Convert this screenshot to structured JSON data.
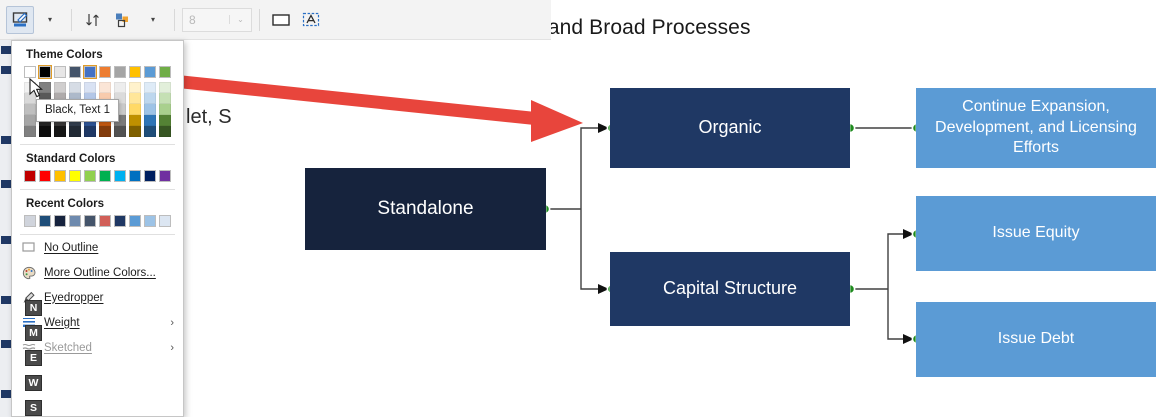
{
  "toolbar": {
    "items": [
      {
        "name": "shape-outline",
        "icon": "pen-outline-icon",
        "label": "Shape Outline",
        "active": true,
        "has_caret": true
      },
      {
        "name": "sort",
        "icon": "sort-arrows-icon",
        "label": "Sort",
        "active": false,
        "has_caret": false
      },
      {
        "name": "arrange",
        "icon": "arrange-shapes-icon",
        "label": "Arrange",
        "active": false,
        "has_caret": true
      }
    ],
    "weight_spinner": {
      "value": "8",
      "icon": "line-weight-icon",
      "caret": "⌄",
      "disabled": true
    },
    "shape_buttons": [
      {
        "name": "rectangle-shape",
        "icon": "rectangle-icon"
      },
      {
        "name": "text-box-shape",
        "icon": "text-box-icon"
      }
    ]
  },
  "menu": {
    "theme_colors_heading": "Theme Colors",
    "standard_colors_heading": "Standard Colors",
    "recent_colors_heading": "Recent Colors",
    "theme_colors": [
      {
        "hex": "#FFFFFF",
        "selected": false
      },
      {
        "hex": "#000000",
        "selected": true
      },
      {
        "hex": "#E7E6E6",
        "selected": false
      },
      {
        "hex": "#44546A",
        "selected": false
      },
      {
        "hex": "#4472C4",
        "selected": true
      },
      {
        "hex": "#ED7D31",
        "selected": false
      },
      {
        "hex": "#A5A5A5",
        "selected": false
      },
      {
        "hex": "#FFC000",
        "selected": false
      },
      {
        "hex": "#5B9BD5",
        "selected": false
      },
      {
        "hex": "#70AD47",
        "selected": false
      }
    ],
    "theme_tints": [
      [
        "#F2F2F2",
        "#D9D9D9",
        "#BFBFBF",
        "#A6A6A6",
        "#808080"
      ],
      [
        "#808080",
        "#595959",
        "#3F3F3F",
        "#262626",
        "#0D0D0D"
      ],
      [
        "#D0CECE",
        "#AFABAB",
        "#757171",
        "#3A3838",
        "#161616"
      ],
      [
        "#D6DCE5",
        "#ADB9CA",
        "#8496B0",
        "#333F4F",
        "#222A35"
      ],
      [
        "#D9E2F3",
        "#B4C7E7",
        "#8FAADC",
        "#2F5597",
        "#1F3864"
      ],
      [
        "#FBE5D6",
        "#F8CBAD",
        "#F4B183",
        "#C55A11",
        "#833C0C"
      ],
      [
        "#EDEDED",
        "#DBDBDB",
        "#C9C9C9",
        "#7B7B7B",
        "#525252"
      ],
      [
        "#FFF2CC",
        "#FFE699",
        "#FFD966",
        "#BF9000",
        "#7F6000"
      ],
      [
        "#DEEBF7",
        "#BDD7EE",
        "#9DC3E6",
        "#2E75B6",
        "#1F4E79"
      ],
      [
        "#E2EFDA",
        "#C5E0B4",
        "#A9D08E",
        "#548235",
        "#375623"
      ]
    ],
    "standard_colors": [
      "#C00000",
      "#FF0000",
      "#FFC000",
      "#FFFF00",
      "#92D050",
      "#00B050",
      "#00B0F0",
      "#0070C0",
      "#002060",
      "#7030A0"
    ],
    "recent_colors": [
      "#D0D4DC",
      "#1F4E79",
      "#16233D",
      "#6E8AAE",
      "#44546A",
      "#D15F58",
      "#1F3864",
      "#5B9BD5",
      "#9DC3E6",
      "#DCE6F2"
    ],
    "items": [
      {
        "name": "no-outline",
        "label": "No Outline",
        "icon": "no-outline-icon",
        "keytip": "N",
        "submenu": "",
        "dim": false
      },
      {
        "name": "more-outline-colors",
        "label": "More Outline Colors...",
        "icon": "palette-icon",
        "keytip": "M",
        "submenu": "",
        "dim": false
      },
      {
        "name": "eyedropper",
        "label": "Eyedropper",
        "icon": "eyedropper-icon",
        "keytip": "E",
        "submenu": "",
        "dim": false
      },
      {
        "name": "weight",
        "label": "Weight",
        "icon": "line-weight-icon",
        "keytip": "W",
        "submenu": "›",
        "dim": false
      },
      {
        "name": "sketched",
        "label": "Sketched",
        "icon": "sketched-icon",
        "keytip": "S",
        "submenu": "›",
        "dim": true
      }
    ]
  },
  "tooltip": {
    "text": "Black, Text 1"
  },
  "slide": {
    "title": "Comparison of Targeted and Broad Processes",
    "background_text_fragment": "let, S",
    "nodes": [
      {
        "name": "standalone",
        "label": "Standalone"
      },
      {
        "name": "organic",
        "label": "Organic"
      },
      {
        "name": "capital-structure",
        "label": "Capital Structure"
      },
      {
        "name": "continue-expansion",
        "label": "Continue Expansion, Development, and Licensing Efforts"
      },
      {
        "name": "issue-equity",
        "label": "Issue Equity"
      },
      {
        "name": "issue-debt",
        "label": "Issue Debt"
      }
    ]
  },
  "colors": {
    "node_navy": "#16233D",
    "node_dark": "#1F3864",
    "node_light": "#5B9BD5",
    "handle_green": "#1E8B1E",
    "annotation_red": "#E8453C",
    "selection_orange": "#E09C28"
  }
}
